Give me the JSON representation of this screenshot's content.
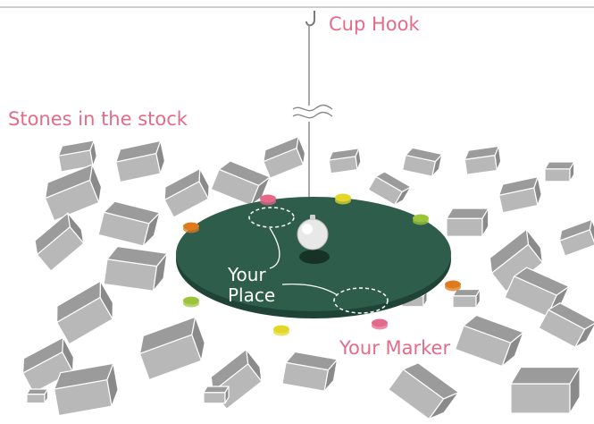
{
  "labels": {
    "cup_hook": "Cup Hook",
    "stones": "Stones in the stock",
    "your_place_line1": "Your",
    "your_place_line2": "Place",
    "your_marker": "Your Marker"
  },
  "colors": {
    "board": "#2f5d4c",
    "board_edge": "#1f4437",
    "label_pink": "#e56b88",
    "stone": "#9b9b9b",
    "marker_pink": "#e5698a",
    "marker_orange": "#e07a1f",
    "marker_yellow": "#e3d82a",
    "marker_green": "#9cc43a"
  },
  "markers": [
    {
      "name": "marker-pink-top",
      "color": "pink"
    },
    {
      "name": "marker-yellow-top",
      "color": "yellow"
    },
    {
      "name": "marker-green-right",
      "color": "green"
    },
    {
      "name": "marker-orange-right",
      "color": "orange"
    },
    {
      "name": "marker-pink-bottom",
      "color": "pink"
    },
    {
      "name": "marker-yellow-bottom",
      "color": "yellow"
    },
    {
      "name": "marker-green-left",
      "color": "green"
    },
    {
      "name": "marker-orange-left",
      "color": "orange"
    }
  ],
  "stone_count": 34
}
